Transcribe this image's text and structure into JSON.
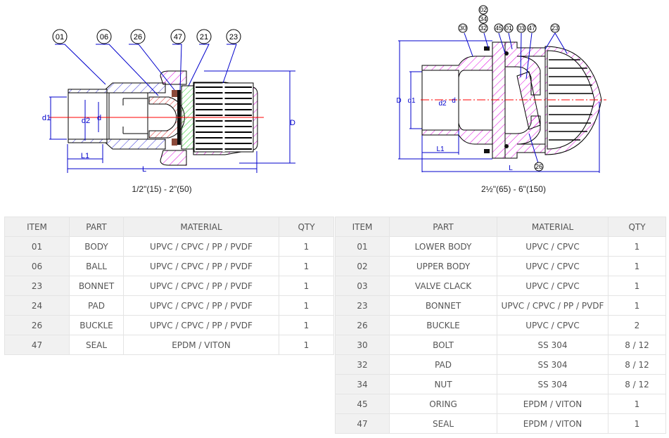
{
  "drawings": {
    "small": {
      "caption": "1/2\"(15) - 2\"(50)",
      "callouts": [
        "01",
        "06",
        "26",
        "47",
        "21",
        "23"
      ],
      "dimensions": {
        "d1": "d1",
        "d2": "d2",
        "d": "d",
        "L1": "L1",
        "L": "L",
        "D": "D"
      }
    },
    "large": {
      "caption": "2½\"(65)  - 6\"(150)",
      "callouts": [
        "02",
        "34",
        "32",
        "30",
        "45",
        "01",
        "03",
        "47",
        "23",
        "26"
      ],
      "dimensions": {
        "D": "D",
        "d1": "d1",
        "d2": "d2",
        "d": "d",
        "L1": "L1",
        "L": "L"
      }
    }
  },
  "colors": {
    "hatch_magenta": "#e000e0",
    "hatch_red": "#e02020",
    "hatch_green": "#20d020",
    "dim_blue": "#0000cc",
    "centerline_red": "#ff0000",
    "table_header_bg": "#f0f0f0",
    "table_border": "#e4e4e4"
  },
  "tables": {
    "small": {
      "headers": [
        "ITEM",
        "PART",
        "MATERIAL",
        "QTY"
      ],
      "rows": [
        [
          "01",
          "BODY",
          "UPVC / CPVC / PP / PVDF",
          "1"
        ],
        [
          "06",
          "BALL",
          "UPVC / CPVC / PP / PVDF",
          "1"
        ],
        [
          "23",
          "BONNET",
          "UPVC / CPVC / PP / PVDF",
          "1"
        ],
        [
          "24",
          "PAD",
          "UPVC / CPVC / PP / PVDF",
          "1"
        ],
        [
          "26",
          "BUCKLE",
          "UPVC / CPVC / PP / PVDF",
          "1"
        ],
        [
          "47",
          "SEAL",
          "EPDM / VITON",
          "1"
        ]
      ]
    },
    "large": {
      "headers": [
        "ITEM",
        "PART",
        "MATERIAL",
        "QTY"
      ],
      "rows": [
        [
          "01",
          "LOWER BODY",
          "UPVC / CPVC",
          "1"
        ],
        [
          "02",
          "UPPER BODY",
          "UPVC / CPVC",
          "1"
        ],
        [
          "03",
          "VALVE CLACK",
          "UPVC / CPVC",
          "1"
        ],
        [
          "23",
          "BONNET",
          "UPVC / CPVC / PP / PVDF",
          "1"
        ],
        [
          "26",
          "BUCKLE",
          "UPVC / CPVC",
          "2"
        ],
        [
          "30",
          "BOLT",
          "SS 304",
          "8 / 12"
        ],
        [
          "32",
          "PAD",
          "SS 304",
          "8 / 12"
        ],
        [
          "34",
          "NUT",
          "SS 304",
          "8 / 12"
        ],
        [
          "45",
          "ORING",
          "EPDM / VITON",
          "1"
        ],
        [
          "47",
          "SEAL",
          "EPDM / VITON",
          "1"
        ]
      ]
    }
  }
}
